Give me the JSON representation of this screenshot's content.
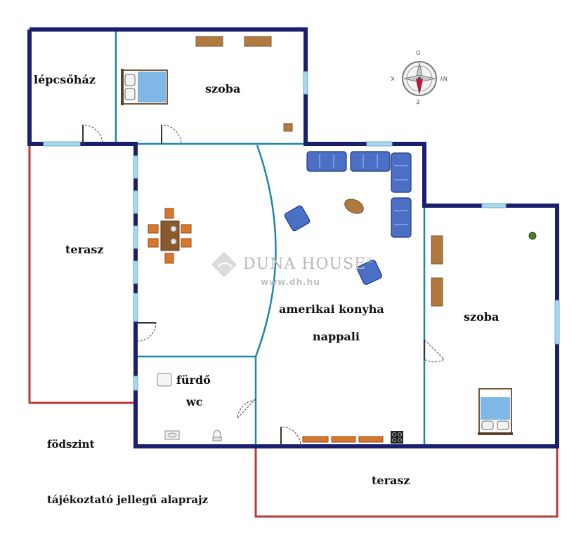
{
  "rooms": {
    "stairwell": "lépcsőház",
    "room_top": "szoba",
    "terrace_left": "terasz",
    "kitchen": "amerikai konyha",
    "living": "nappali",
    "room_right": "szoba",
    "bathroom": "fürdő",
    "wc": "wc",
    "terrace_bottom": "terasz"
  },
  "notes": {
    "floor_level": "födszint",
    "disclaimer": "tájékoztató jellegű alaprajz"
  },
  "watermark": {
    "name": "DUNA HOUSE",
    "registered": "®",
    "url": "www.dh.hu"
  },
  "compass": {
    "north": "É",
    "east": "K",
    "south": "D",
    "west": "NY"
  },
  "colors": {
    "outer_wall": "#1a1f6e",
    "inner_wall": "#1e87a8",
    "terrace_line": "#b83a3a",
    "window": "#a8d8ec",
    "furniture_blue": "#4a6fc4",
    "wood": "#b07a3e",
    "chair": "#d9782d"
  }
}
